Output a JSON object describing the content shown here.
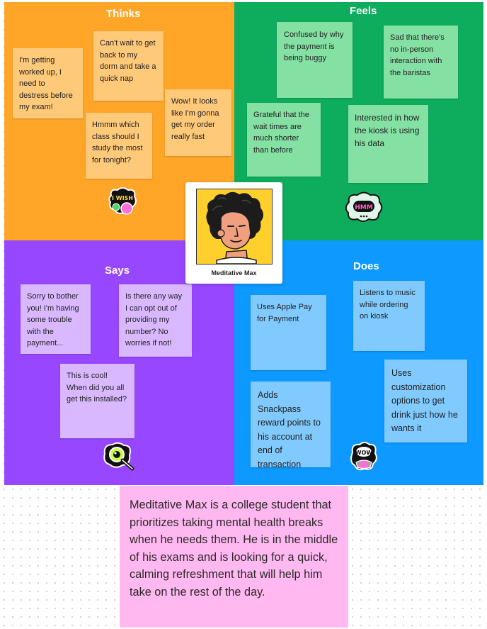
{
  "quadrants": {
    "thinks": {
      "title": "Thinks",
      "notes": [
        "I'm getting worked up, I need to destress before my exam!",
        "Can't wait to get back to my dorm and take a quick nap",
        "Hmmm which class should I study the most for tonight?",
        "Wow! It looks like I'm gonna get my order really fast"
      ]
    },
    "feels": {
      "title": "Feels",
      "notes": [
        "Confused by why the payment is being buggy",
        "Sad that there's no in-person interaction with the baristas",
        "Grateful that the wait times are much shorter than before",
        "Interested in how the kiosk is using his data"
      ]
    },
    "says": {
      "title": "Says",
      "notes": [
        "Sorry to bother you! I'm having some trouble with the payment...",
        "Is there any way I can opt out of providing my number? No worries if not!",
        "This is cool! When did you all get this installed?"
      ]
    },
    "does": {
      "title": "Does",
      "notes": [
        "Uses Apple Pay for Payment",
        "Listens to music while ordering on kiosk",
        "Adds Snackpass reward points to his account at end of transaction",
        "Uses customization options to get drink just how he wants it"
      ]
    }
  },
  "persona": {
    "name": "Meditative Max"
  },
  "description": "Meditative Max is a college student that prioritizes taking mental health breaks when he needs them. He is in the middle of his exams and is looking for a quick, calming refreshment that will help him take on the rest of the day.",
  "stickers": {
    "wish": "I WISH",
    "hmm": "HMM",
    "wow": "WOW"
  },
  "colors": {
    "thinks": "#ffa629",
    "feels": "#0ead5e",
    "says": "#9747ff",
    "does": "#0d99ff",
    "description_note": "#ffb8f0"
  }
}
